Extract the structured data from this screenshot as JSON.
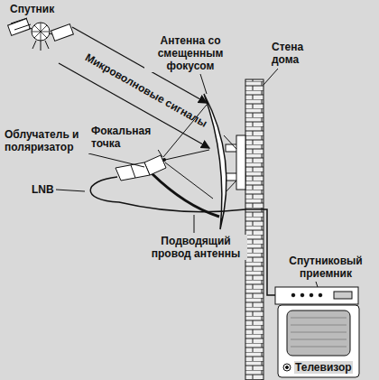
{
  "diagram": {
    "labels": [
      "Спутник",
      "Антенна со смещенным фокусом",
      "Стена дома",
      "Микроволновые сигналы",
      "Облучатель и поляризатор",
      "Фокальная точка",
      "LNB",
      "Подводящий провод антенны",
      "Спутниковый приемник",
      "Телевизор"
    ]
  }
}
